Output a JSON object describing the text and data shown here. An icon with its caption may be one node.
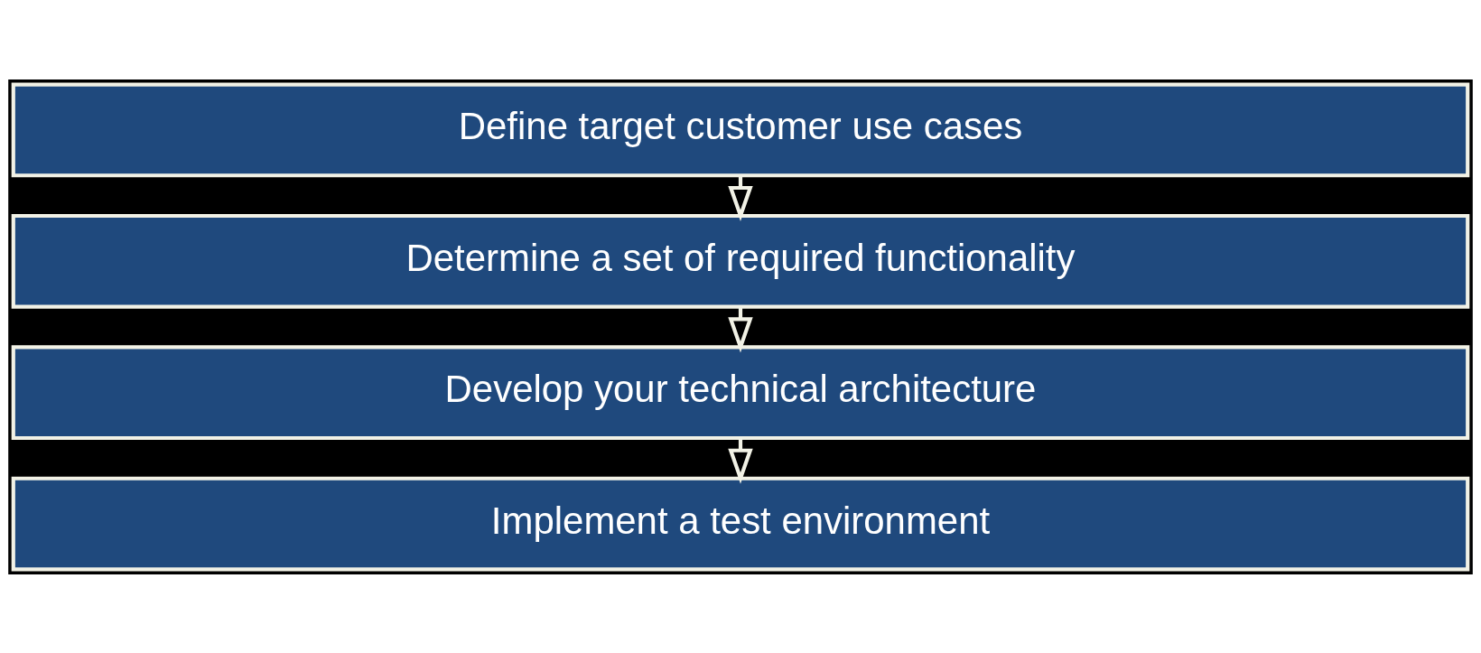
{
  "diagram": {
    "nodes": [
      {
        "text": [
          "Define target customer use cases"
        ]
      },
      {
        "text": [
          "Determine a set of required functionality"
        ]
      },
      {
        "text": [
          "Develop your technical architecture"
        ]
      },
      {
        "text": [
          "Implement a test environment"
        ]
      }
    ],
    "edges": [
      {
        "from": 0,
        "to": 1,
        "arrow": "to"
      },
      {
        "from": 1,
        "to": 2,
        "arrow": "to"
      },
      {
        "from": 2,
        "to": 3,
        "arrow": "to"
      }
    ]
  }
}
